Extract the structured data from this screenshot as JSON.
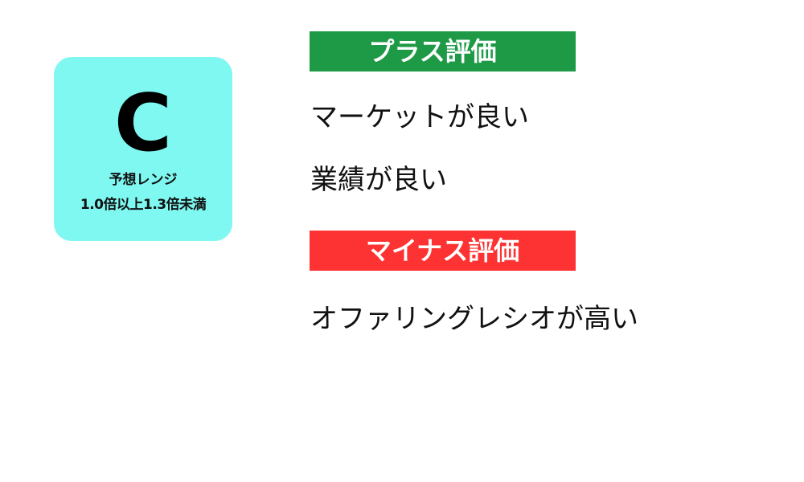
{
  "rank_card": {
    "grade": "C",
    "label": "予想レンジ",
    "range": "1.0倍以上1.3倍未満",
    "background": "#7ef8f0"
  },
  "plus_section": {
    "title": "プラス評価",
    "color": "#1e9a46",
    "items": [
      "マーケットが良い",
      "業績が良い"
    ]
  },
  "minus_section": {
    "title": "マイナス評価",
    "color": "#fd3232",
    "items": [
      "オファリングレシオが高い"
    ]
  }
}
